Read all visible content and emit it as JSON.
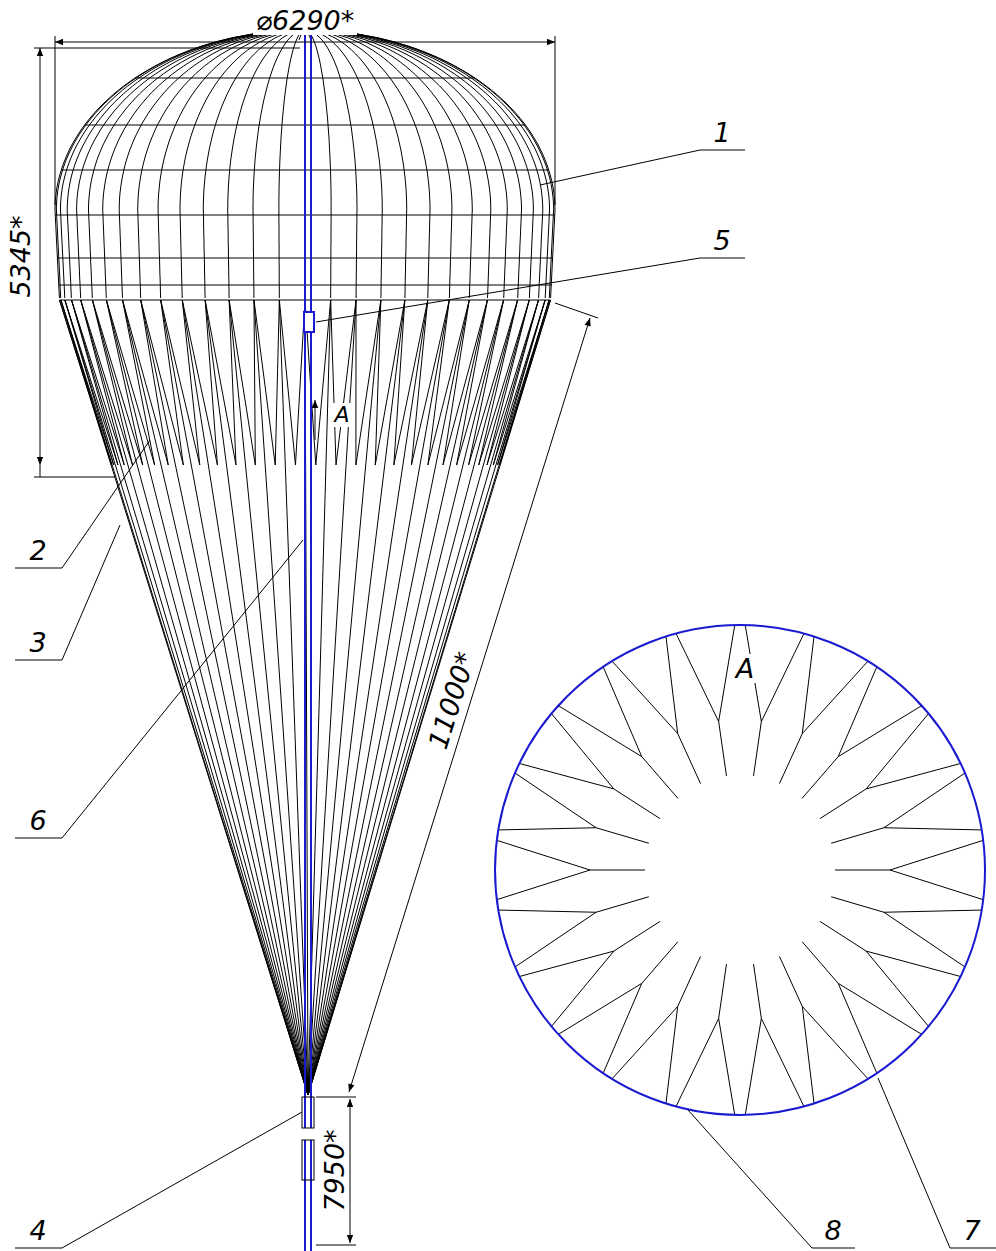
{
  "diagram": {
    "labels": [
      "⌀6290*",
      "1",
      "5345*",
      "5",
      "A",
      "2",
      "3",
      "11000*",
      "A",
      "6",
      "4",
      "7950*",
      "8",
      "7"
    ]
  }
}
